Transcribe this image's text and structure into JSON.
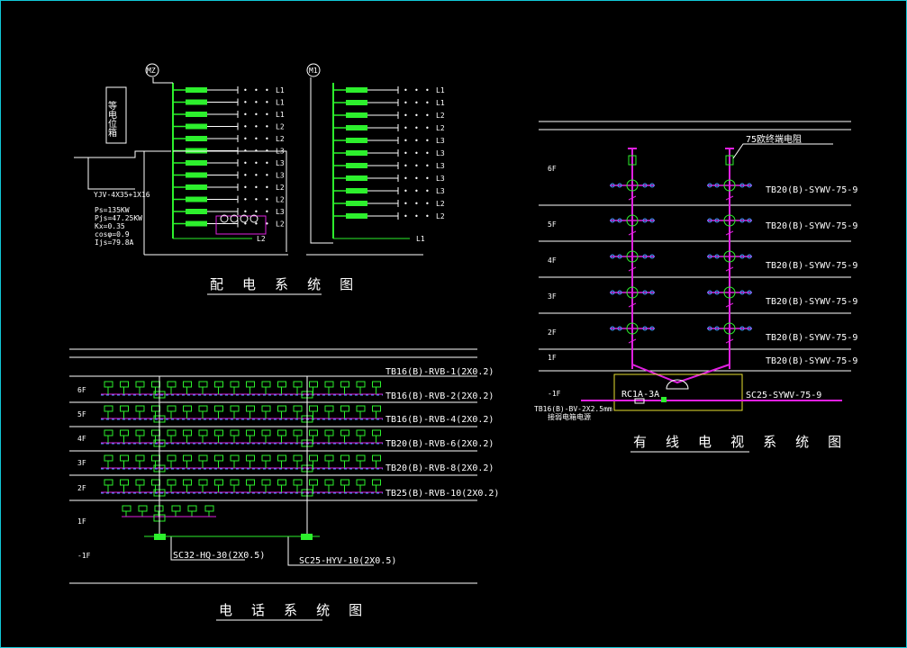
{
  "power": {
    "title": "配 电 系 统 图",
    "panel_ids": [
      "MZ",
      "M1"
    ],
    "box_label": "等电位箱",
    "incoming_cable": "YJV-4X35+1X16",
    "params": [
      "Ps=135KW",
      "Pjs=47.25KW",
      "Kx=0.35",
      "cosφ=0.9",
      "Ijs=79.8A"
    ],
    "left_phases": [
      "L1",
      "L1",
      "L1",
      "L2",
      "L2",
      "L3",
      "L3",
      "L3",
      "L2",
      "L2",
      "L3",
      "L2"
    ],
    "left_bottom_phase": "L2",
    "right_phases": [
      "L1",
      "L1",
      "L2",
      "L2",
      "L3",
      "L3",
      "L3",
      "L3",
      "L3",
      "L2",
      "L2"
    ],
    "right_bottom_phase": "L1"
  },
  "tv": {
    "title": "有 线 电 视 系 统 图",
    "floors": [
      "6F",
      "5F",
      "4F",
      "3F",
      "2F",
      "1F",
      "-1F"
    ],
    "splitter_label": "75欧终端电阻",
    "cable_labels": [
      "TB20(B)-SYWV-75-9",
      "TB20(B)-SYWV-75-9",
      "TB20(B)-SYWV-75-9",
      "TB20(B)-SYWV-75-9",
      "TB20(B)-SYWV-75-9",
      "TB20(B)-SYWV-75-9"
    ],
    "amp_label": "RC1A-3A",
    "trunk_label": "SC25-SYWV-75-9",
    "power_label": "TB16(B)-BV-2X2.5mm",
    "power_sub": "接弱电箱电源"
  },
  "phone": {
    "title": "电 话 系 统 图",
    "floors": [
      "6F",
      "5F",
      "4F",
      "3F",
      "2F",
      "1F",
      "-1F"
    ],
    "cable_labels": [
      "TB16(B)-RVB-1(2X0.2)",
      "TB16(B)-RVB-2(2X0.2)",
      "TB16(B)-RVB-4(2X0.2)",
      "TB20(B)-RVB-6(2X0.2)",
      "TB20(B)-RVB-8(2X0.2)",
      "TB25(B)-RVB-10(2X0.2)"
    ],
    "trunk_left": "SC32-HQ-30(2X0.5)",
    "trunk_right": "SC25-HYV-10(2X0.5)"
  }
}
